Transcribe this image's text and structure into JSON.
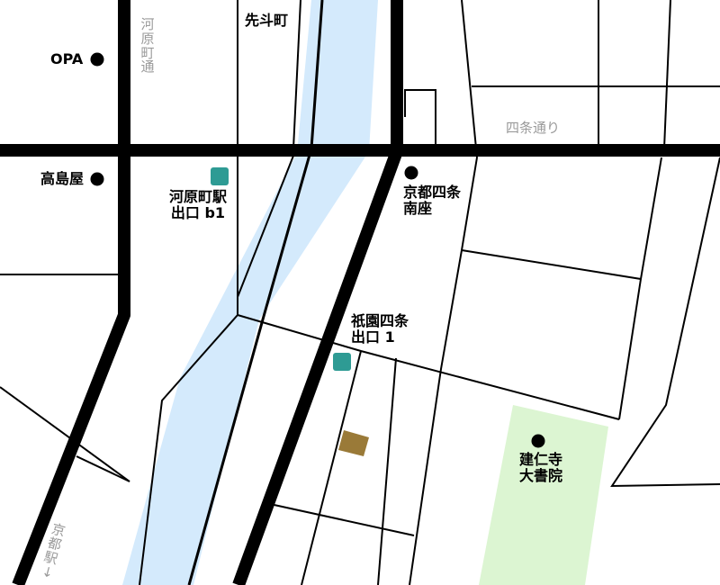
{
  "colors": {
    "river": "#d4eafc",
    "park": "#dcf5d2",
    "station_exit": "#2e9b94",
    "building": "#9a7a38",
    "road_major": "#000000",
    "road_minor": "#000000",
    "street_label": "#9a9a9a"
  },
  "streets": {
    "kawaramachi_dori": "河原町通",
    "shijo_dori": "四条通り",
    "kyoto_station": "京都駅",
    "kyoto_station_arrow": "→"
  },
  "places": {
    "pontocho": "先斗町",
    "opa": "OPA",
    "takashimaya": "高島屋",
    "kawaramachi_exit_line1": "河原町駅",
    "kawaramachi_exit_line2": "出口 b1",
    "minamiza_line1": "京都四条",
    "minamiza_line2": "南座",
    "gion_shijo_line1": "祇園四条",
    "gion_shijo_line2": "出口 1",
    "kenninji_line1": "建仁寺",
    "kenninji_line2": "大書院"
  },
  "icons": {
    "poi_marker": "filled-circle",
    "station_exit_marker": "rounded-square"
  }
}
